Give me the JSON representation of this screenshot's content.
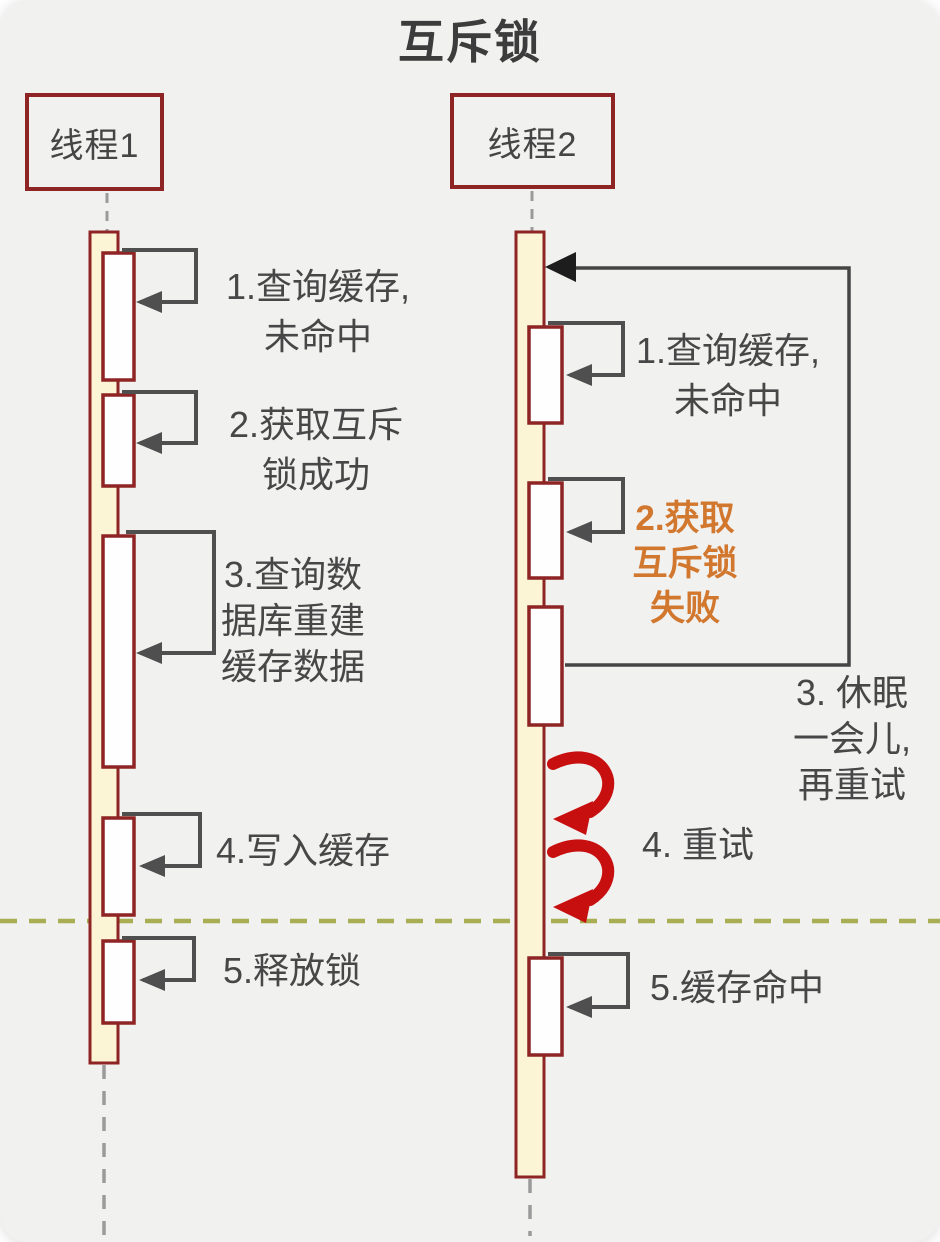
{
  "title": "互斥锁",
  "diagram_type": "sequence-diagram",
  "separator": {
    "style": "dashed",
    "color": "#a9ad53"
  },
  "colors": {
    "background": "#f1f1f0",
    "box_border": "#8e2423",
    "lifeline_fill": "#fbf5d6",
    "activation_fill": "#ffffff",
    "loop_arrow_gray": "#4f4f4f",
    "text": "#474747",
    "highlight_orange": "#d2772e",
    "retry_red": "#c70f0f",
    "separator_olive": "#a9ad53"
  },
  "threads": [
    {
      "name": "线程1",
      "steps": [
        {
          "label": "1.查询缓存,\n未命中"
        },
        {
          "label": "2.获取互斥\n锁成功"
        },
        {
          "label": "3.查询数\n据库重建\n缓存数据"
        },
        {
          "label": "4.写入缓存"
        },
        {
          "label": "5.释放锁"
        }
      ]
    },
    {
      "name": "线程2",
      "steps": [
        {
          "label": "1.查询缓存,\n未命中"
        },
        {
          "label": "2.获取\n互斥锁\n失败",
          "highlight": true
        },
        {
          "label": "3. 休眠\n一会儿,\n再重试"
        },
        {
          "label": "4. 重试"
        },
        {
          "label": "5.缓存命中"
        }
      ]
    }
  ]
}
